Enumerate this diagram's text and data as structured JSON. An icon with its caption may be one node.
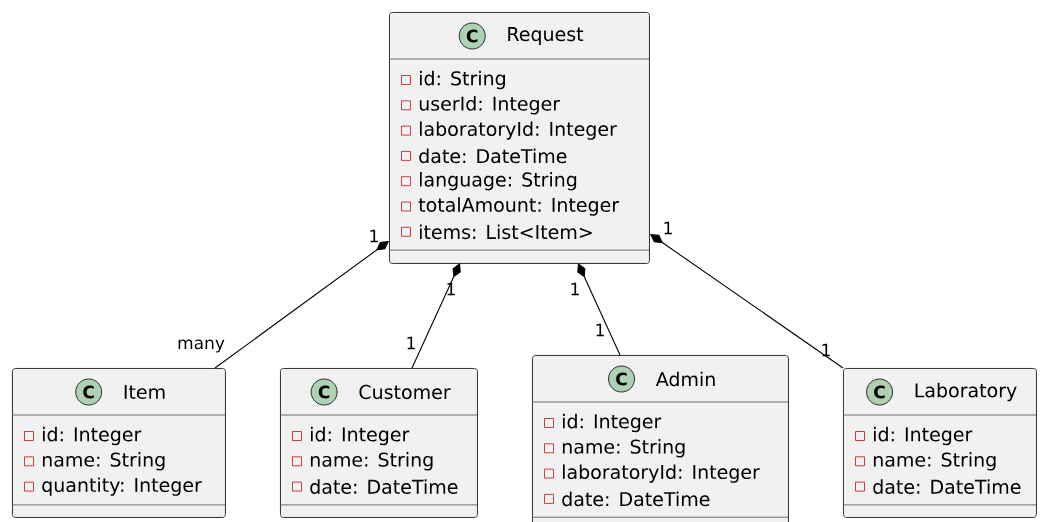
{
  "diagram": {
    "nodes": [
      {
        "text": [
          "C",
          "Request",
          "id: String",
          "userId: Integer",
          "laboratoryId: Integer",
          "date: DateTime",
          "language: String",
          "totalAmount: Integer",
          "items: List<Item>"
        ]
      },
      {
        "text": [
          "C",
          "Item",
          "id: Integer",
          "name: String",
          "quantity: Integer"
        ]
      },
      {
        "text": [
          "C",
          "Customer",
          "id: Integer",
          "name: String",
          "date: DateTime"
        ]
      },
      {
        "text": [
          "C",
          "Admin",
          "id: Integer",
          "name: String",
          "laboratoryId: Integer",
          "date: DateTime"
        ]
      },
      {
        "text": [
          "C",
          "Laboratory",
          "id: Integer",
          "name: String",
          "date: DateTime"
        ]
      }
    ],
    "edges": [
      {
        "from": 0,
        "to": 1,
        "arrow": "other"
      },
      {
        "from": 0,
        "to": 2,
        "arrow": "other"
      },
      {
        "from": 0,
        "to": 3,
        "arrow": "other"
      },
      {
        "from": 0,
        "to": 4,
        "arrow": "other"
      }
    ],
    "labels": [
      "1",
      "many",
      "1",
      "1",
      "1",
      "1",
      "1",
      "1"
    ]
  }
}
